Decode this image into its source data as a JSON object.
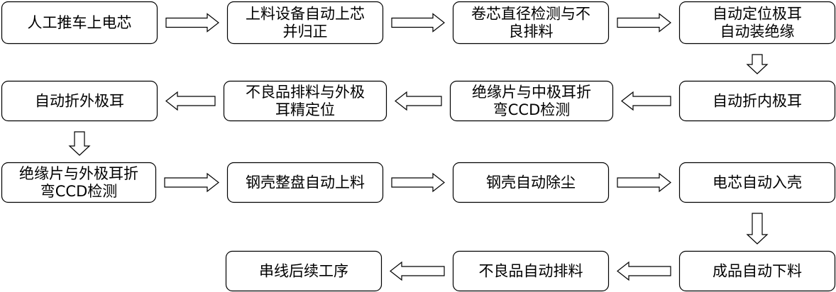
{
  "steps": [
    {
      "id": "s1",
      "lines": [
        "人工推车上电芯"
      ]
    },
    {
      "id": "s2",
      "lines": [
        "上料设备自动上芯",
        "并归正"
      ]
    },
    {
      "id": "s3",
      "lines": [
        "卷芯直径检测与不",
        "良排料"
      ]
    },
    {
      "id": "s4",
      "lines": [
        "自动定位极耳",
        "自动装绝缘"
      ]
    },
    {
      "id": "s5",
      "lines": [
        "自动折内极耳"
      ]
    },
    {
      "id": "s6",
      "lines": [
        "绝缘片与中极耳折",
        "弯CCD检测"
      ]
    },
    {
      "id": "s7",
      "lines": [
        "不良品排料与外极",
        "耳精定位"
      ]
    },
    {
      "id": "s8",
      "lines": [
        "自动折外极耳"
      ]
    },
    {
      "id": "s9",
      "lines": [
        "绝缘片与外极耳折",
        "弯CCD检测"
      ]
    },
    {
      "id": "s10",
      "lines": [
        "钢壳整盘自动上料"
      ]
    },
    {
      "id": "s11",
      "lines": [
        "钢壳自动除尘"
      ]
    },
    {
      "id": "s12",
      "lines": [
        "电芯自动入壳"
      ]
    },
    {
      "id": "s13",
      "lines": [
        "成品自动下料"
      ]
    },
    {
      "id": "s14",
      "lines": [
        "不良品自动排料"
      ]
    },
    {
      "id": "s15",
      "lines": [
        "串线后续工序"
      ]
    }
  ],
  "connections": [
    {
      "from": "s1",
      "to": "s2",
      "direction": "right"
    },
    {
      "from": "s2",
      "to": "s3",
      "direction": "right"
    },
    {
      "from": "s3",
      "to": "s4",
      "direction": "right"
    },
    {
      "from": "s4",
      "to": "s5",
      "direction": "down"
    },
    {
      "from": "s5",
      "to": "s6",
      "direction": "left"
    },
    {
      "from": "s6",
      "to": "s7",
      "direction": "left"
    },
    {
      "from": "s7",
      "to": "s8",
      "direction": "left"
    },
    {
      "from": "s8",
      "to": "s9",
      "direction": "down"
    },
    {
      "from": "s9",
      "to": "s10",
      "direction": "right"
    },
    {
      "from": "s10",
      "to": "s11",
      "direction": "right"
    },
    {
      "from": "s11",
      "to": "s12",
      "direction": "right"
    },
    {
      "from": "s12",
      "to": "s13",
      "direction": "down"
    },
    {
      "from": "s13",
      "to": "s14",
      "direction": "left"
    },
    {
      "from": "s14",
      "to": "s15",
      "direction": "left"
    }
  ]
}
